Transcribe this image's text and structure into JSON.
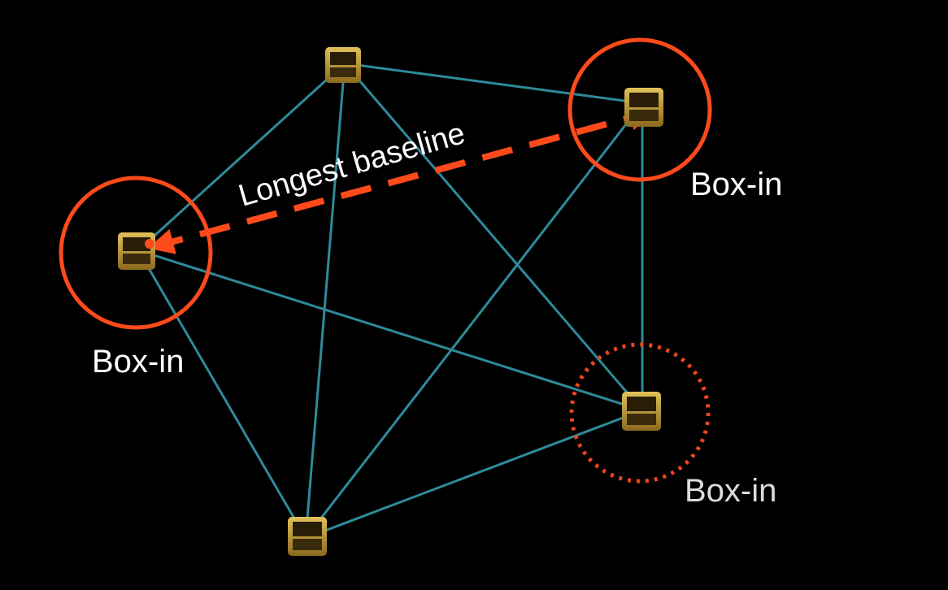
{
  "colors": {
    "background": "#000000",
    "baseline_link": "#2e8b9a",
    "highlight": "#ff4a1c",
    "box_in_ring": "#ff4a1c",
    "box_in_ring_dotted": "#e8461e",
    "node_body": "#c9a43a",
    "node_dark": "#2a1d08",
    "text": "#ffffff"
  },
  "labels": {
    "longest_baseline": "Longest baseline",
    "box_in_left": "Box-in",
    "box_in_right_top": "Box-in",
    "box_in_right_bottom": "Box-in"
  },
  "icons": {
    "node": "antenna-node-icon"
  }
}
